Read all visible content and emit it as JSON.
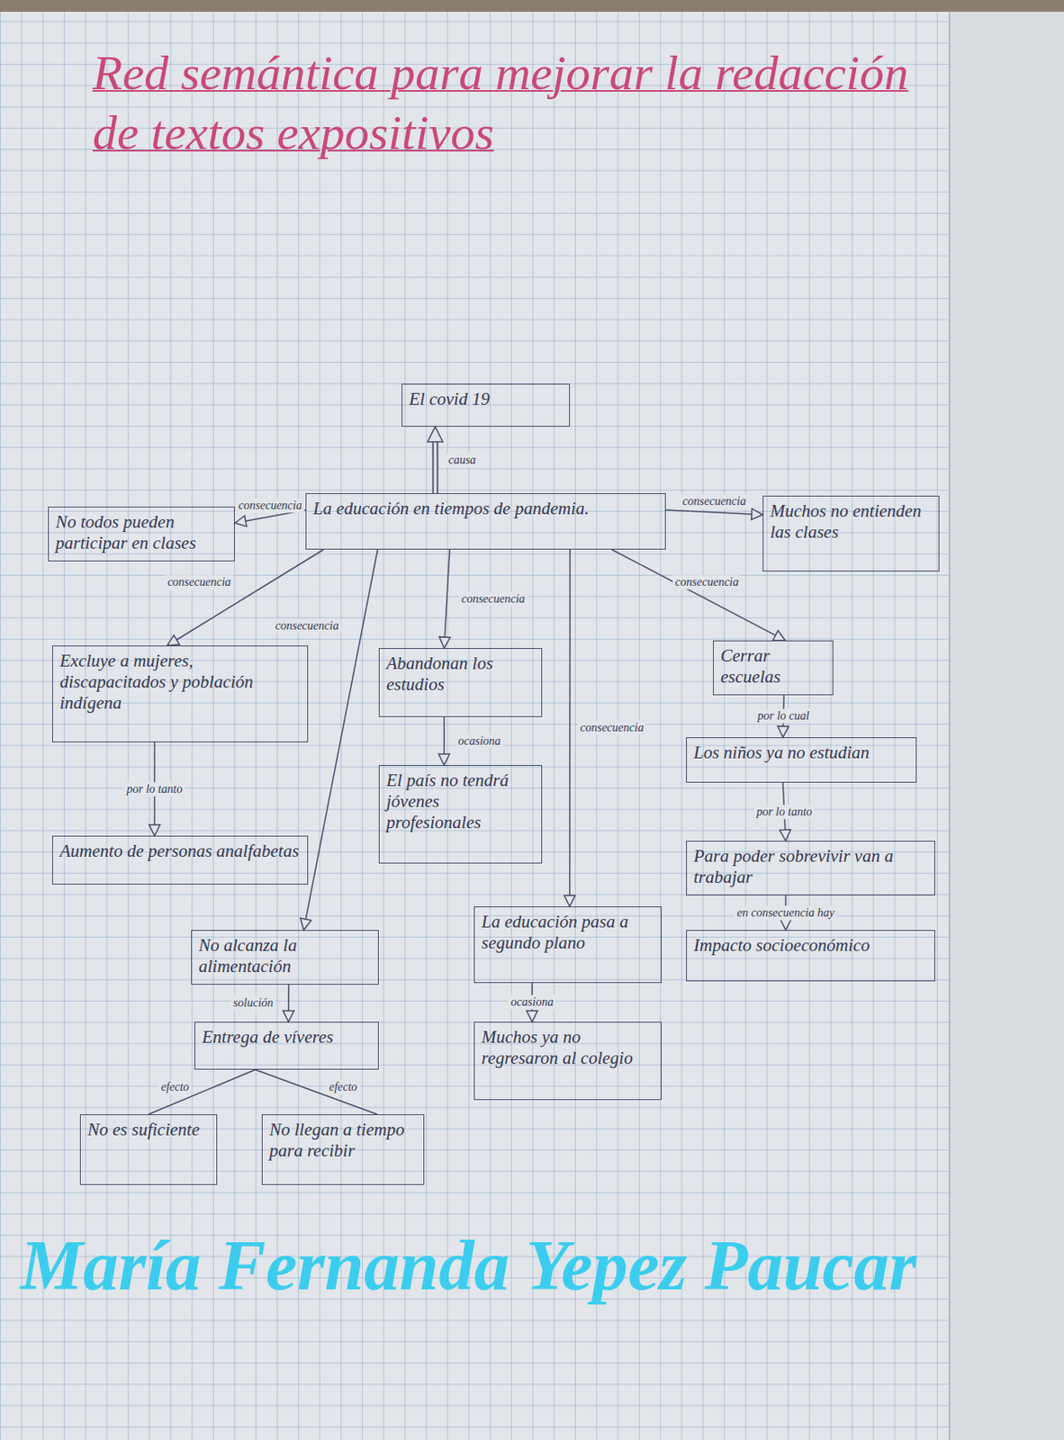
{
  "diagram": {
    "title": "Red semántica para mejorar la redacción de textos expositivos",
    "nodes": [
      {
        "text": [
          "El covid 19"
        ]
      },
      {
        "text": [
          "La educación en tiempos de pandemia."
        ]
      },
      {
        "text": [
          "No todos pueden participar en clases"
        ]
      },
      {
        "text": [
          "Muchos no entienden las clases"
        ]
      },
      {
        "text": [
          "Excluye a mujeres, discapacitados y población indígena"
        ]
      },
      {
        "text": [
          "Abandonan los estudios"
        ]
      },
      {
        "text": [
          "Cerrar escuelas"
        ]
      },
      {
        "text": [
          "Aumento de personas analfabetas"
        ]
      },
      {
        "text": [
          "El país no tendrá jóvenes profesionales"
        ]
      },
      {
        "text": [
          "Los niños ya no estudian"
        ]
      },
      {
        "text": [
          "Para poder sobrevivir van a trabajar"
        ]
      },
      {
        "text": [
          "Impacto socioeconómico"
        ]
      },
      {
        "text": [
          "No alcanza la alimentación"
        ]
      },
      {
        "text": [
          "La educación pasa a segundo plano"
        ]
      },
      {
        "text": [
          "Entrega de víveres"
        ]
      },
      {
        "text": [
          "Muchos ya no regresaron al colegio"
        ]
      },
      {
        "text": [
          "No es suficiente"
        ]
      },
      {
        "text": [
          "No llegan a tiempo para recibir"
        ]
      }
    ],
    "edges": [
      {
        "from": 1,
        "to": 0,
        "label": "causa",
        "arrow": "to"
      },
      {
        "from": 1,
        "to": 2,
        "label": "consecuencia",
        "arrow": "to"
      },
      {
        "from": 1,
        "to": 3,
        "label": "consecuencia",
        "arrow": "to"
      },
      {
        "from": 1,
        "to": 4,
        "label": "consecuencia",
        "arrow": "to"
      },
      {
        "from": 1,
        "to": 12,
        "label": "consecuencia",
        "arrow": "to"
      },
      {
        "from": 1,
        "to": 5,
        "label": "consecuencia",
        "arrow": "to"
      },
      {
        "from": 1,
        "to": 13,
        "label": "consecuencia",
        "arrow": "to"
      },
      {
        "from": 1,
        "to": 6,
        "label": "consecuencia",
        "arrow": "to"
      },
      {
        "from": 4,
        "to": 7,
        "label": "por lo tanto",
        "arrow": "to"
      },
      {
        "from": 5,
        "to": 8,
        "label": "ocasiona",
        "arrow": "to"
      },
      {
        "from": 6,
        "to": 9,
        "label": "por lo cual",
        "arrow": "to"
      },
      {
        "from": 9,
        "to": 10,
        "label": "por lo tanto",
        "arrow": "to"
      },
      {
        "from": 10,
        "to": 11,
        "label": "en consecuencia hay",
        "arrow": "to"
      },
      {
        "from": 12,
        "to": 14,
        "label": "solución",
        "arrow": "to"
      },
      {
        "from": 14,
        "to": 16,
        "label": "efecto",
        "arrow": "none"
      },
      {
        "from": 14,
        "to": 17,
        "label": "efecto",
        "arrow": "none"
      },
      {
        "from": 13,
        "to": 15,
        "label": "ocasiona",
        "arrow": "to"
      }
    ],
    "labels": [
      "María Fernanda Yepez Paucar"
    ]
  }
}
